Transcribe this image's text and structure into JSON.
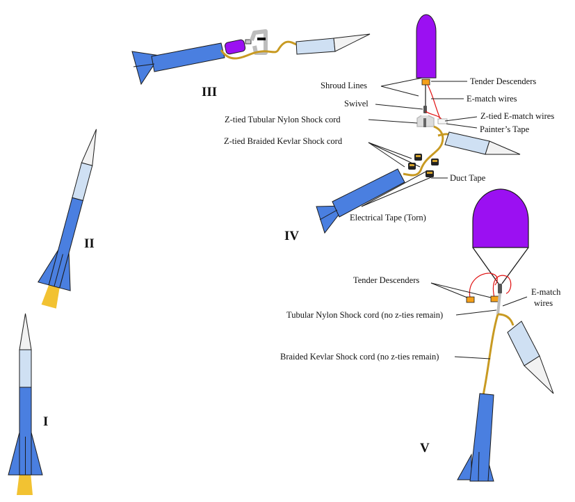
{
  "stages": {
    "i": "I",
    "ii": "II",
    "iii": "III",
    "iv": "IV",
    "v": "V"
  },
  "labels": {
    "shroud_lines": "Shroud Lines",
    "tender_descenders_iv": "Tender Descenders",
    "ematch_wires_iv": "E-match wires",
    "swivel": "Swivel",
    "ztied_ematch": "Z-tied E-match wires",
    "ztied_tubular": "Z-tied Tubular Nylon Shock cord",
    "painters_tape": "Painter’s Tape",
    "ztied_kevlar": "Z-tied Braided Kevlar Shock cord",
    "duct_tape": "Duct Tape",
    "electrical_tape": "Electrical Tape (Torn)",
    "tender_descenders_v": "Tender Descenders",
    "ematch_v_line1": "E-match",
    "ematch_v_line2": "wires",
    "tubular_v": "Tubular Nylon Shock cord (no z-ties remain)",
    "kevlar_v": "Braided Kevlar Shock cord (no z-ties remain)"
  },
  "colors": {
    "body_blue": "#4a7fe0",
    "nose_light_blue": "#cfe0f3",
    "nose_white": "#f2f2f2",
    "flame": "#f2c232",
    "parachute_purple": "#9b10f2",
    "cord_gold": "#c89a22",
    "ematch_red": "#e01010",
    "descender_orange": "#f5a01a",
    "nylon_gray": "#c6c6c6",
    "outline": "#1a1a1a"
  }
}
